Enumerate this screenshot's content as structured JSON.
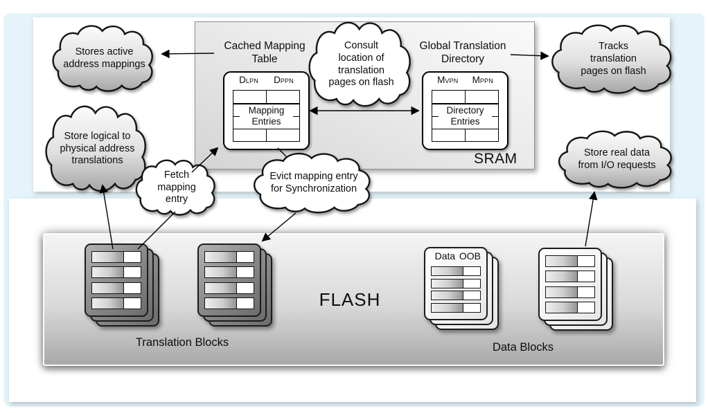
{
  "clouds": {
    "stores_active": "Stores active address mappings",
    "store_logical": "Store logical to physical address translations",
    "consult": "Consult location of translation pages on flash",
    "tracks": "Tracks translation pages on flash",
    "store_real": "Store real data from I/O requests",
    "fetch": "Fetch mapping entry",
    "evict": "Evict mapping entry for Synchronization"
  },
  "sram": {
    "label": "SRAM",
    "cmt": {
      "title": "Cached Mapping Table",
      "col1": {
        "base": "D",
        "sub": "LPN"
      },
      "col2": {
        "base": "D",
        "sub": "PPN"
      },
      "body": "Mapping Entries"
    },
    "gtd": {
      "title": "Global Translation Directory",
      "col1": {
        "base": "M",
        "sub": "VPN"
      },
      "col2": {
        "base": "M",
        "sub": "PPN"
      },
      "body": "Directory Entries"
    }
  },
  "flash": {
    "label": "FLASH",
    "translation_label": "Translation Blocks",
    "data_label": "Data Blocks",
    "oob_header": {
      "data": "Data",
      "oob": "OOB"
    }
  },
  "colors": {
    "frame_blue": "#e4f4fa",
    "cloud_gray_top": "#fbfbfb",
    "cloud_gray_bottom": "#a6a6a6",
    "sram_panel_gray": "#e0e0e0",
    "flash_panel_gray": "#c0c0c0",
    "line_black": "#000000"
  }
}
